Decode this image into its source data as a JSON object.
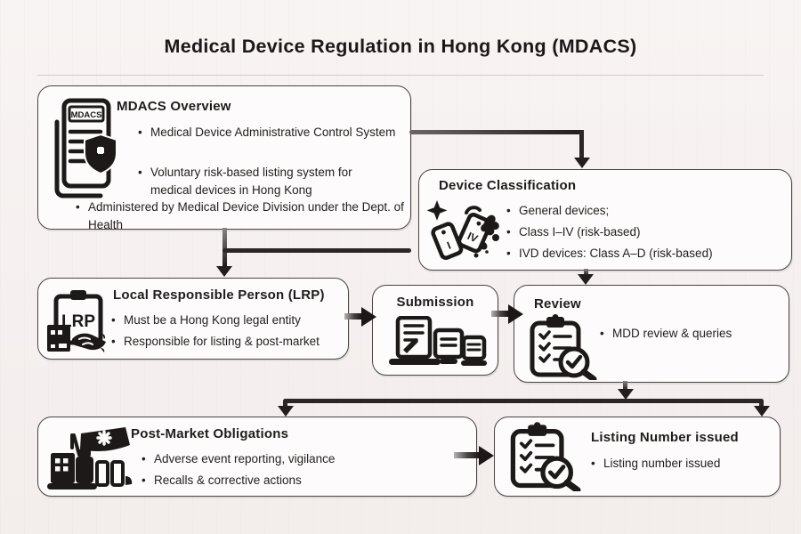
{
  "page": {
    "title": "Medical Device Regulation in Hong Kong (MDACS)"
  },
  "colors": {
    "background": "#f6f1f0",
    "box_background": "#fdfbfb",
    "ink": "#201c1c",
    "box_border": "#4a4444",
    "connector": "#2b2727",
    "divider": "#d4cccc"
  },
  "boxes": {
    "overview": {
      "title": "MDACS Overview",
      "icon": "documents-shield-icon",
      "icon_label": "MDACS",
      "bullets": [
        "Medical Device Administrative Control System",
        "Voluntary risk-based listing system for medical devices in Hong Kong",
        "Administered by Medical Device Division under the Dept. of Health"
      ]
    },
    "classification": {
      "title": "Device Classification",
      "icon": "tags-sparkle-icon",
      "tag_labels": [
        "I",
        "IV"
      ],
      "bullets": [
        "General devices;",
        "Class I–IV (risk-based)",
        "IVD devices: Class A–D (risk-based)"
      ]
    },
    "lrp": {
      "title": "Local Responsible Person (LRP)",
      "icon": "lrp-clipboard-hand-icon",
      "icon_label": "LRP",
      "bullets": [
        "Must be a Hong Kong legal entity",
        "Responsible for listing & post-market"
      ]
    },
    "submission": {
      "title": "Submission",
      "icon": "devices-documents-icon"
    },
    "review": {
      "title": "Review",
      "icon": "checklist-magnifier-icon",
      "bullets": [
        "MDD review & queries"
      ]
    },
    "postmarket": {
      "title": "Post-Market Obligations",
      "icon": "pharmacy-supplies-icon",
      "bullets": [
        "Adverse event reporting, vigilance",
        "Recalls & corrective actions"
      ]
    },
    "listing": {
      "title": "Listing Number issued",
      "icon": "checklist-magnifier-icon",
      "bullets": [
        "Listing number issued"
      ]
    }
  }
}
